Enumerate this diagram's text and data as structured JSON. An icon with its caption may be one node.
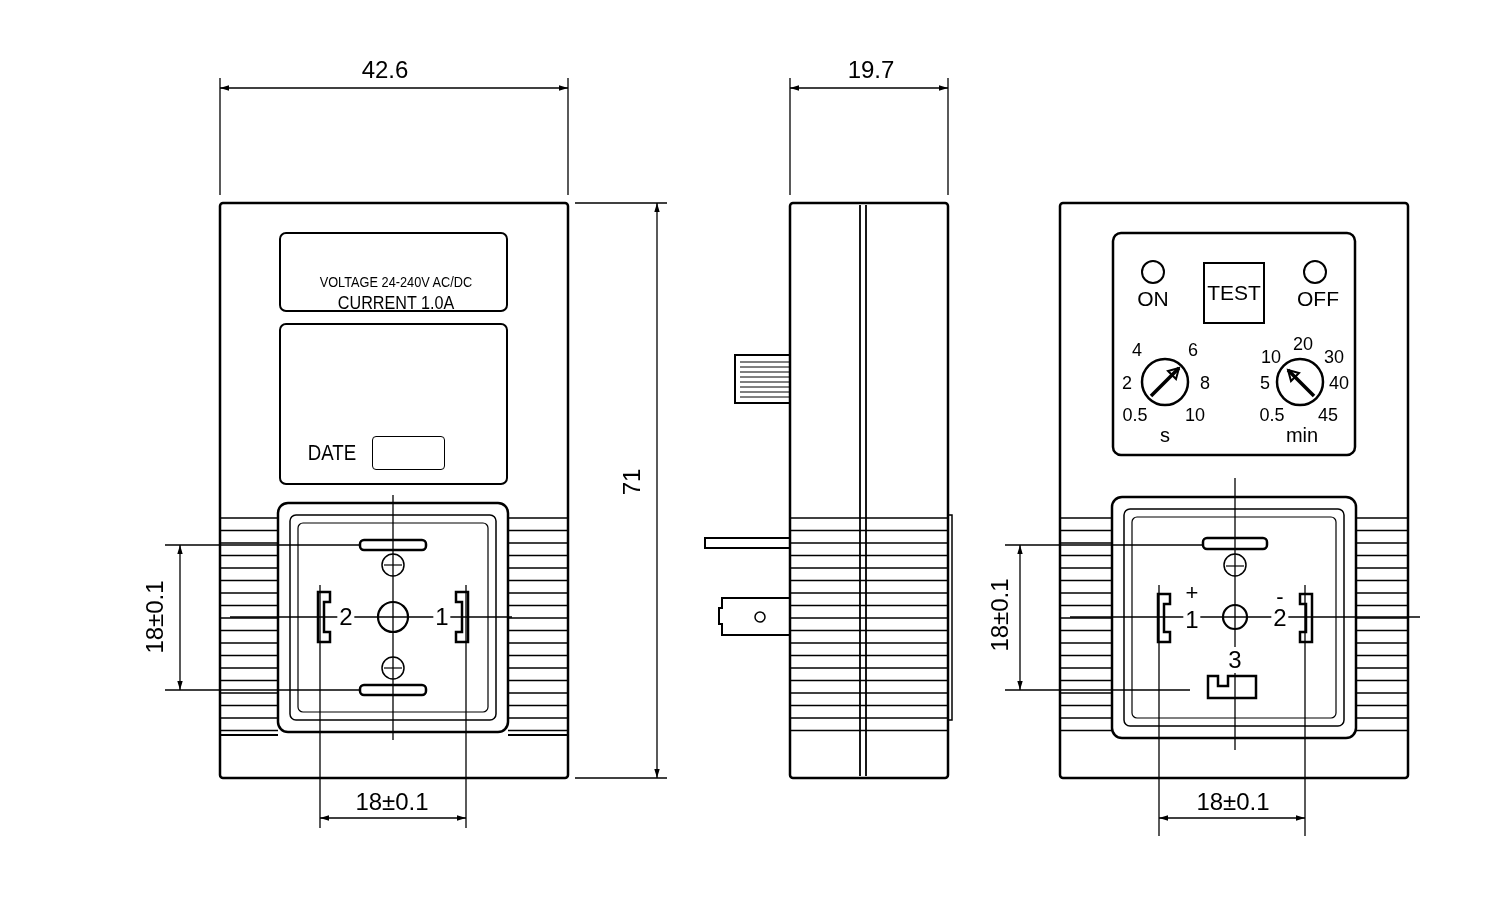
{
  "diagram": {
    "nodes": [
      {
        "text": [
          "VOLTAGE 24-240V AC/DC",
          "CURRENT 1.0A"
        ]
      },
      {
        "text": [
          "DATE"
        ]
      },
      {
        "text": [],
        "shape": "box",
        "in": 1
      },
      {
        "text": [
          "TEST"
        ]
      }
    ],
    "labels": [
      "42.6",
      "19.7",
      "71",
      "ON",
      "OFF",
      "4",
      "6",
      "2",
      "8",
      "0.5",
      "10",
      "s",
      "10",
      "20",
      "30",
      "5",
      "40",
      "0.5",
      "45",
      "min",
      "18±0.1",
      "2",
      "1",
      "18±0.1",
      "+",
      "1",
      "-",
      "2",
      "3",
      "18±0.1",
      "18±0.1"
    ]
  }
}
